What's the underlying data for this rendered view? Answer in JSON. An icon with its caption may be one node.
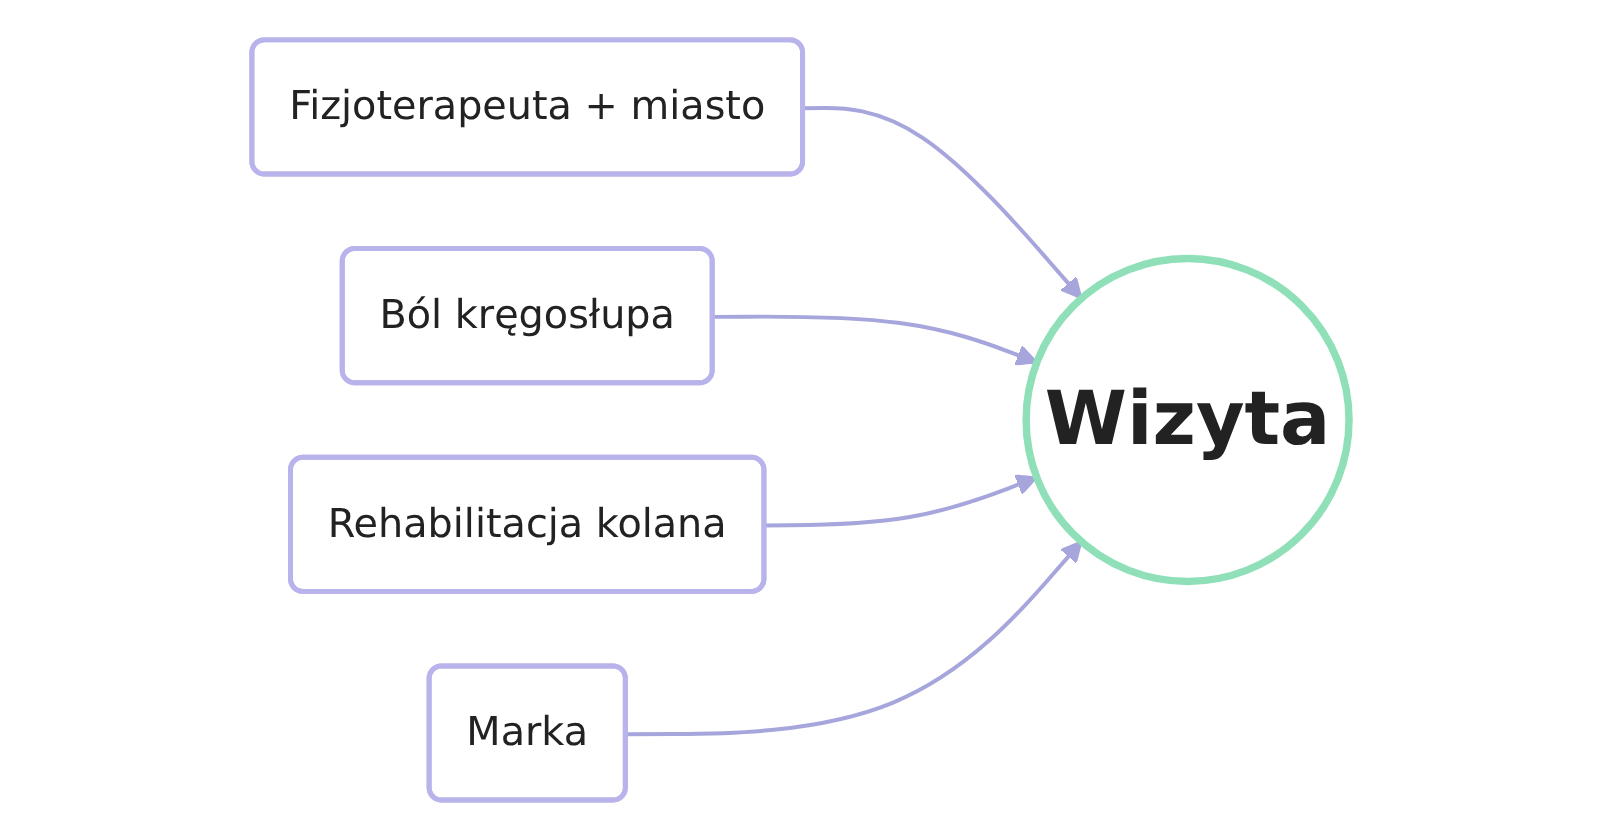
{
  "diagram": {
    "nodes": [
      {
        "text": [
          "Fizjoterapeuta + miasto"
        ]
      },
      {
        "text": [
          "Ból kręgosłupa"
        ]
      },
      {
        "text": [
          "Wizyta"
        ]
      },
      {
        "text": [
          "Rehabilitacja kolana"
        ]
      },
      {
        "text": [
          "Marka"
        ]
      }
    ],
    "edges": [
      {
        "from": 0,
        "to": 2,
        "arrow": "to"
      },
      {
        "from": 1,
        "to": 2,
        "arrow": "to"
      },
      {
        "from": 3,
        "to": 2,
        "arrow": "to"
      },
      {
        "from": 4,
        "to": 2,
        "arrow": "to"
      }
    ]
  }
}
